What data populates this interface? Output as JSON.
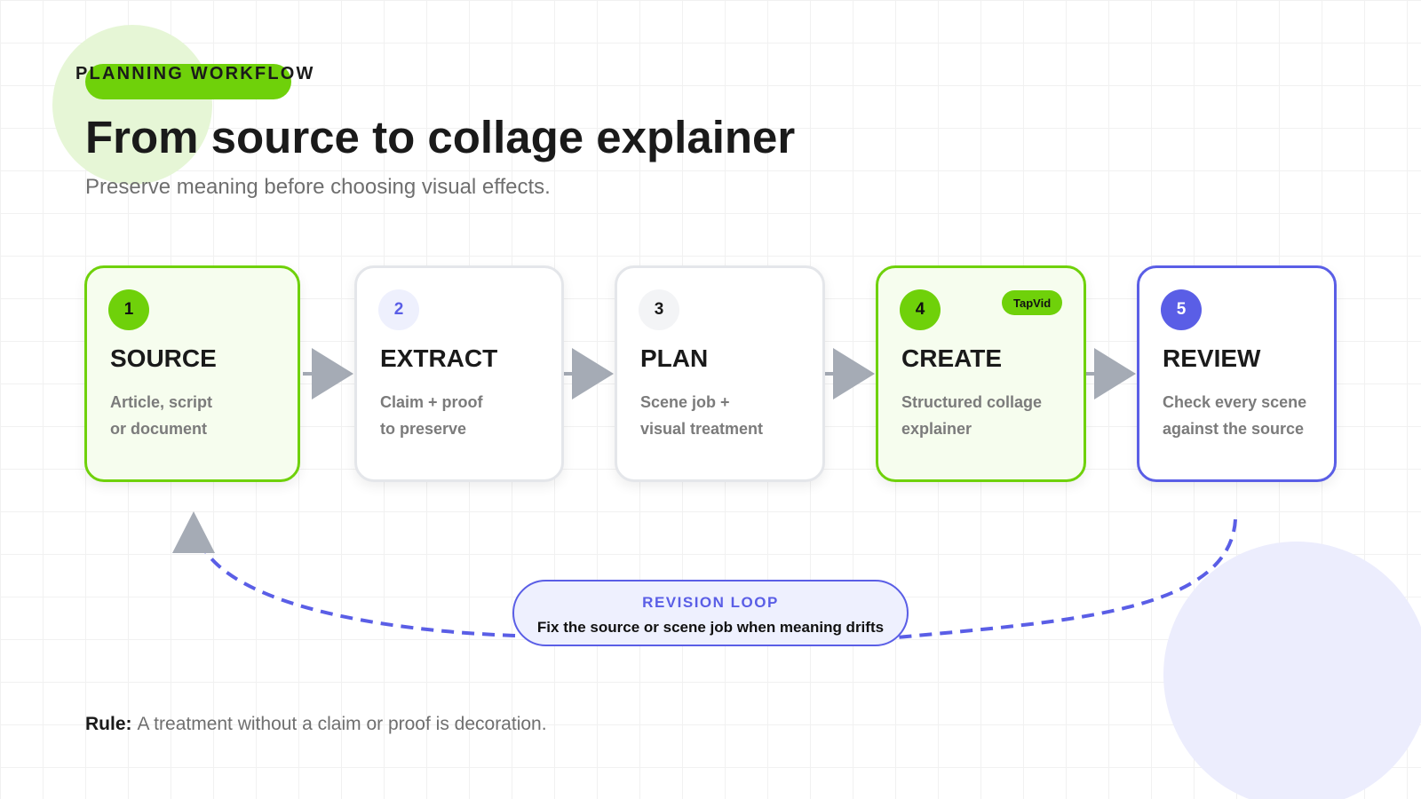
{
  "header": {
    "eyebrow": "PLANNING WORKFLOW",
    "title": "From source to collage explainer",
    "subtitle": "Preserve meaning before choosing visual effects."
  },
  "steps": [
    {
      "number": "1",
      "title": "SOURCE",
      "desc_line1": "Article, script",
      "desc_line2": "or document"
    },
    {
      "number": "2",
      "title": "EXTRACT",
      "desc_line1": "Claim + proof",
      "desc_line2": "to preserve"
    },
    {
      "number": "3",
      "title": "PLAN",
      "desc_line1": "Scene job +",
      "desc_line2": "visual treatment"
    },
    {
      "number": "4",
      "title": "CREATE",
      "desc_line1": "Structured collage",
      "desc_line2": "explainer",
      "tag": "TapVid"
    },
    {
      "number": "5",
      "title": "REVIEW",
      "desc_line1": "Check every scene",
      "desc_line2": "against the source"
    }
  ],
  "revision_loop": {
    "title": "REVISION LOOP",
    "description": "Fix the source or scene job when meaning drifts"
  },
  "rule": {
    "label": "Rule:",
    "text": "A treatment without a claim or proof is decoration."
  },
  "colors": {
    "accent_green": "#6fd10a",
    "accent_purple": "#5a5ee6",
    "arrow_gray": "#a5abb5"
  }
}
